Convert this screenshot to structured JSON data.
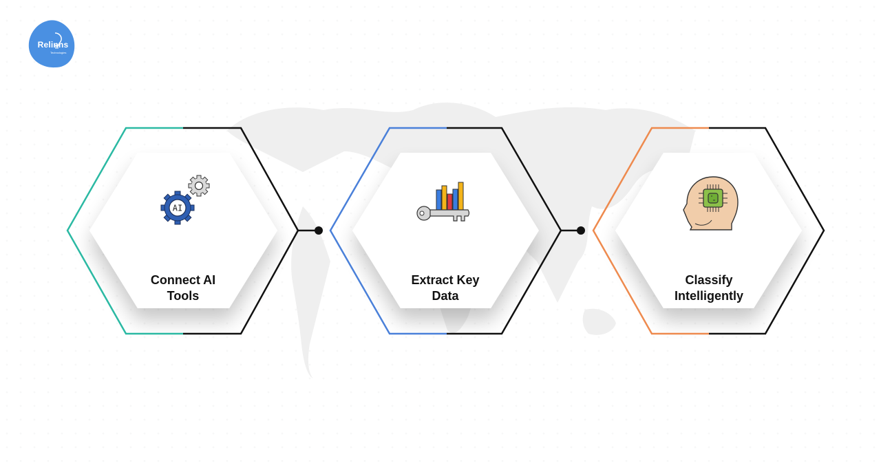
{
  "logo": {
    "name": "Relinns",
    "subtitle": "Technologies",
    "color": "#4a90e2"
  },
  "steps": [
    {
      "label": "Connect AI Tools",
      "line1": "Connect AI",
      "line2": "Tools",
      "icon": "ai-gears-icon",
      "accent": "#2bb9a3"
    },
    {
      "label": "Extract Key Data",
      "line1": "Extract Key",
      "line2": "Data",
      "icon": "key-bar-chart-icon",
      "accent": "#4a80d9"
    },
    {
      "label": "Classify Intelligently",
      "line1": "Classify",
      "line2": "Intelligently",
      "icon": "head-chip-icon",
      "accent": "#ee8a4e"
    }
  ],
  "connector_color": "#111111",
  "icon_text": {
    "gear_label": "AI"
  }
}
